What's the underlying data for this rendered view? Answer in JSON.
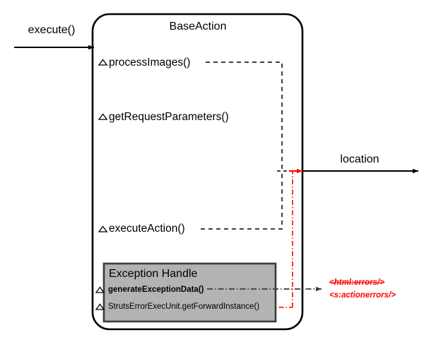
{
  "diagram": {
    "type": "flow-diagram",
    "title": "BaseAction",
    "entry_label": "execute()",
    "exit_label": "location",
    "class_box": {
      "name": "BaseAction",
      "methods": [
        {
          "marker": "triangle-icon",
          "label": "processImages()"
        },
        {
          "marker": "triangle-icon",
          "label": "getRequestParameters()"
        },
        {
          "marker": "triangle-icon",
          "label": "executeAction()"
        }
      ]
    },
    "exception_box": {
      "title": "Exception Handle",
      "fill_color": "#b3b3b3",
      "border_color": "#3b3b3b",
      "methods": [
        {
          "marker": "triangle-icon",
          "label": "generateExceptionData()",
          "bold": true
        },
        {
          "marker": "triangle-icon",
          "label": "StrutsErrorExecUnit.getForwardInstance()",
          "bold": false
        }
      ]
    },
    "annotations": [
      {
        "text": "<html:errors/>",
        "color": "#ff0000",
        "strikethrough": true
      },
      {
        "text": "<s:actionerrors/>",
        "color": "#ff0000",
        "strikethrough": false
      }
    ],
    "colors": {
      "line_black": "#000000",
      "line_red": "#ff0000",
      "line_dark_gray": "#3b3b3b",
      "box_gray": "#b3b3b3",
      "background": "#ffffff"
    }
  }
}
